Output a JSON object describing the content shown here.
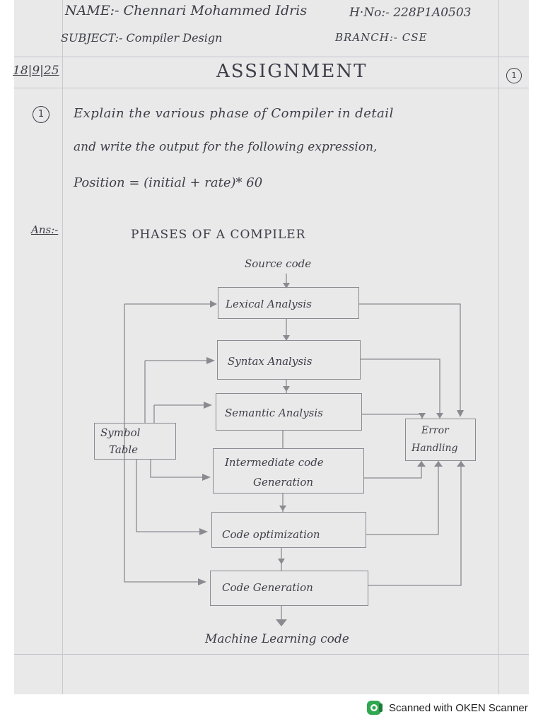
{
  "header": {
    "name": "NAME:- Chennari Mohammed Idris",
    "ht_no": "H·No:- 228P1A0503",
    "subject": "SUBJECT:- Compiler Design",
    "branch": "BRANCH:- CSE",
    "date": "18|9|25",
    "title": "ASSIGNMENT",
    "page_number": "1"
  },
  "question": {
    "number": "1",
    "line1": "Explain the various phase of Compiler in detail",
    "line2": "and write the output for the following expression,",
    "line3": "Position = (initial + rate)* 60"
  },
  "answer": {
    "label": "Ans:-",
    "diagram_title": "PHASES   OF   A   COMPILER",
    "source": "Source code",
    "output": "Machine Learning code",
    "phases": {
      "lexical": "Lexical Analysis",
      "syntax": "Syntax Analysis",
      "semantic": "Semantic Analysis",
      "intermediate_1": "Intermediate code",
      "intermediate_2": "Generation",
      "optimization": "Code optimization",
      "generation": "Code Generation"
    },
    "symbol_table_1": "Symbol",
    "symbol_table_2": "Table",
    "error_1": "Error",
    "error_2": "Handling"
  },
  "footer": {
    "label": "Scanned with OKEN Scanner",
    "logo": "oken-scanner-logo",
    "logo_color": "#2fa84f"
  }
}
